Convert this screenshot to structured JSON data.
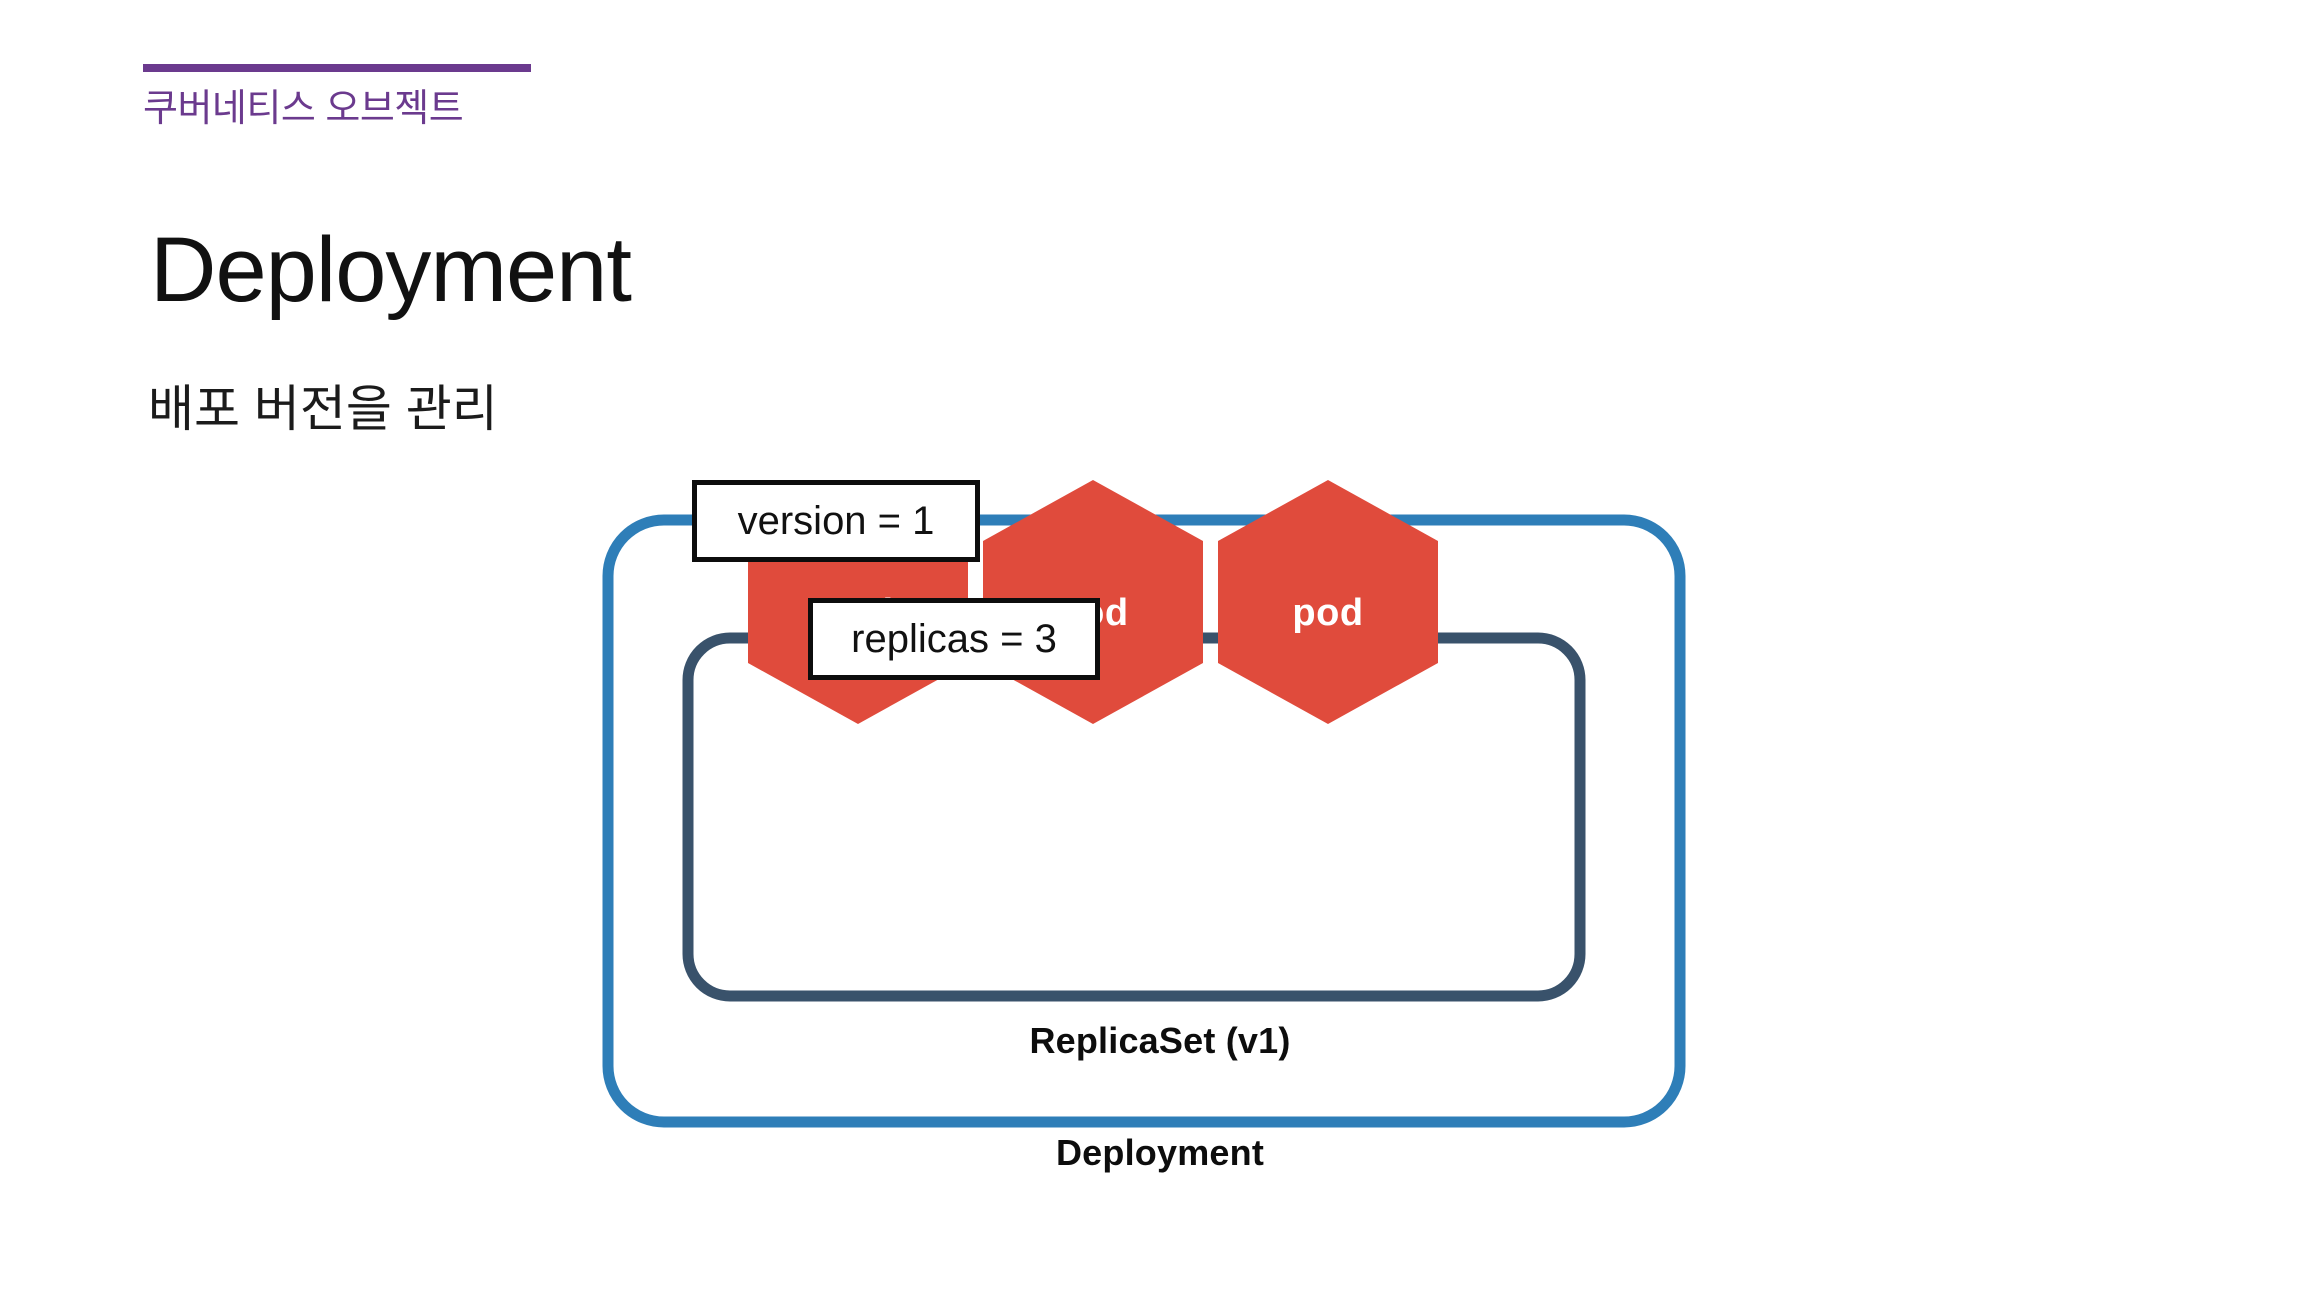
{
  "slide": {
    "eyebrow": "쿠버네티스 오브젝트",
    "title": "Deployment",
    "subtitle": "배포 버전을 관리"
  },
  "colors": {
    "eyebrow_purple": "#6B3A8E",
    "outer_box_blue": "#2E7EB8",
    "inner_box_slate": "#39526B",
    "pod_red": "#E04B3C",
    "text_black": "#111111",
    "chip_border": "#0d0d0d",
    "background": "#ffffff"
  },
  "diagram": {
    "type": "kubernetes-object-diagram",
    "outer": {
      "label": "Deployment",
      "annotation_chip": "version = 1",
      "stroke": "#2E7EB8"
    },
    "inner": {
      "label": "ReplicaSet (v1)",
      "annotation_chip": "replicas = 3",
      "stroke": "#39526B"
    },
    "pods": [
      {
        "label": "pod"
      },
      {
        "label": "pod"
      },
      {
        "label": "pod"
      }
    ]
  }
}
